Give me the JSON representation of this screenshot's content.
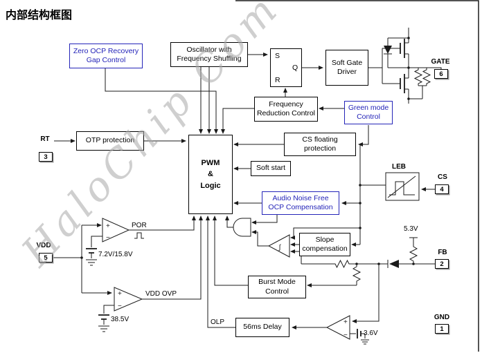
{
  "title": "内部结构框图",
  "watermark": "HaloChip Com",
  "colors": {
    "accent_blue": "#2323b8",
    "wire": "#1a1a1a",
    "watermark_gray": "#a9a9a9"
  },
  "blocks": {
    "zero_ocp": "Zero OCP Recovery\nGap Control",
    "oscillator": "Oscillator with\nFrequency Shuffling",
    "soft_gate_driver": "Soft Gate\nDriver",
    "freq_reduction": "Frequency\nReduction Control",
    "green_mode": "Green mode\nControl",
    "otp": "OTP protection",
    "pwm_logic": "PWM\n&\nLogic",
    "cs_floating": "CS floating\nprotection",
    "soft_start": "Soft start",
    "leb": "LEB",
    "audio_ocp": "Audio Noise Free\nOCP Compensation",
    "slope_comp": "Slope\ncompensation",
    "burst_mode": "Burst Mode\nControl",
    "delay_56ms": "56ms Delay"
  },
  "latch": {
    "s": "S",
    "r": "R",
    "q": "Q"
  },
  "labels": {
    "por": "POR",
    "vdd_ovp": "VDD OVP",
    "olp": "OLP",
    "v_por_hys": "7.2V/15.8V",
    "v_ovp": "38.5V",
    "v_olp_ref": "3.6V",
    "v_fb_clamp": "5.3V"
  },
  "symbols": {
    "plus": "+",
    "minus": "−",
    "integral": "∫"
  },
  "pins": {
    "gate": {
      "name": "GATE",
      "number": "6"
    },
    "rt": {
      "name": "RT",
      "number": "3"
    },
    "cs": {
      "name": "CS",
      "number": "4"
    },
    "fb": {
      "name": "FB",
      "number": "2"
    },
    "vdd": {
      "name": "VDD",
      "number": "5"
    },
    "gnd": {
      "name": "GND",
      "number": "1"
    }
  }
}
